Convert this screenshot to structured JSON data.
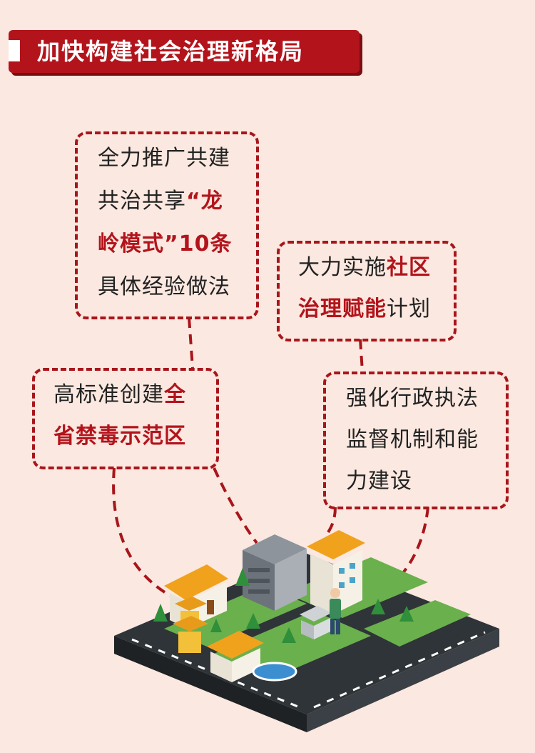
{
  "header": {
    "title": "加快构建社会治理新格局"
  },
  "box1": {
    "line1": "全力推广共建",
    "line2_a": "共治共享",
    "line2_b": "“龙",
    "line3_a": "岭模式”10条",
    "line4": "具体经验做法"
  },
  "box2": {
    "line1_a": "大力实施",
    "line1_b": "社区",
    "line2_a": "治理赋能",
    "line2_b": "计划"
  },
  "box3": {
    "line1_a": "高标准创建",
    "line1_b": "全",
    "line2": "省禁毒示范区"
  },
  "box4": {
    "line1": "强化行政执法",
    "line2": "监督机制和能",
    "line3": "力建设"
  },
  "colors": {
    "accent": "#b3141c",
    "background": "#fbe8e0"
  }
}
